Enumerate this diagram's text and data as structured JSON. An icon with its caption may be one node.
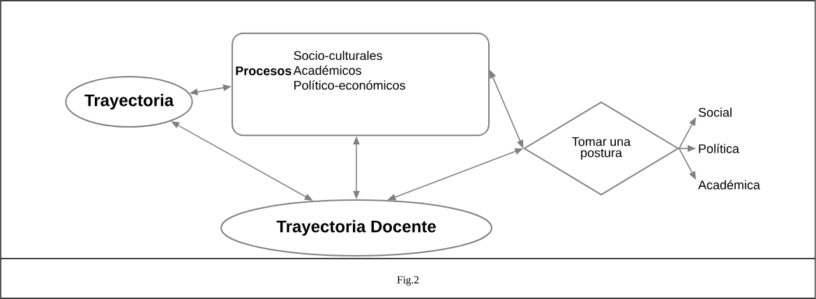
{
  "diagram": {
    "caption": "Fig.2",
    "nodes": [
      {
        "text": [
          "Trayectoria"
        ]
      },
      {
        "text": [
          "Procesos",
          "Socio-culturales",
          "Académicos",
          "Político-económicos"
        ]
      },
      {
        "text": [
          "Tomar una postura"
        ]
      },
      {
        "text": [
          "Trayectoria Docente"
        ]
      },
      {
        "text": [
          "Social"
        ]
      },
      {
        "text": [
          "Política"
        ]
      },
      {
        "text": [
          "Académica"
        ]
      }
    ],
    "edges": [
      {
        "from": 0,
        "to": 1,
        "arrow": "both"
      },
      {
        "from": 0,
        "to": 3,
        "arrow": "both"
      },
      {
        "from": 1,
        "to": 3,
        "arrow": "both"
      },
      {
        "from": 1,
        "to": 2,
        "arrow": "both"
      },
      {
        "from": 3,
        "to": 2,
        "arrow": "both"
      },
      {
        "from": 2,
        "to": 4,
        "arrow": "to"
      },
      {
        "from": 2,
        "to": 5,
        "arrow": "to"
      },
      {
        "from": 2,
        "to": 6,
        "arrow": "to"
      }
    ]
  }
}
